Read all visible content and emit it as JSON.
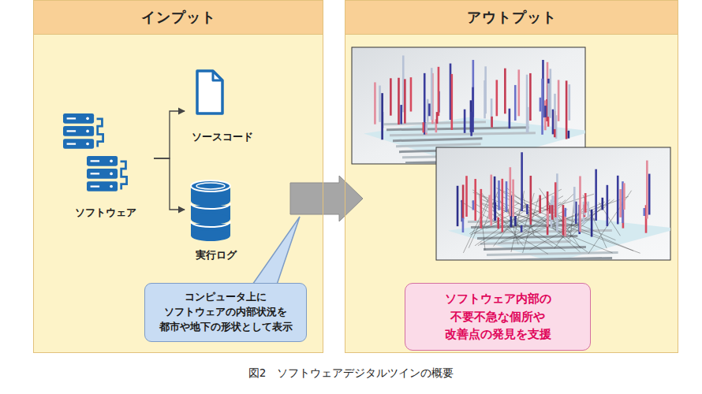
{
  "diagram": {
    "caption": "図2　ソフトウェアデジタルツインの概要",
    "nodes": [
      {
        "text": [
          "インプット"
        ]
      },
      {
        "text": [
          "アウトプット"
        ]
      },
      {
        "text": [
          "ソフトウェア"
        ],
        "in": 0
      },
      {
        "text": [
          "ソースコード"
        ],
        "in": 0
      },
      {
        "text": [
          "実行ログ"
        ],
        "in": 0
      },
      {
        "text": [
          "コンピュータ上に ソフトウェアの内部状況を 都市や地下の形状として表示"
        ],
        "in": 0
      },
      {
        "text": [
          "ソフトウェア内部の 不要不急な個所や 改善点の発見を支援"
        ],
        "in": 1
      }
    ],
    "edges": [
      {
        "from": 2,
        "to": 3,
        "arrow": "to"
      },
      {
        "from": 2,
        "to": 4,
        "arrow": "to"
      },
      {
        "from": 0,
        "to": 1,
        "arrow": "to"
      }
    ]
  }
}
